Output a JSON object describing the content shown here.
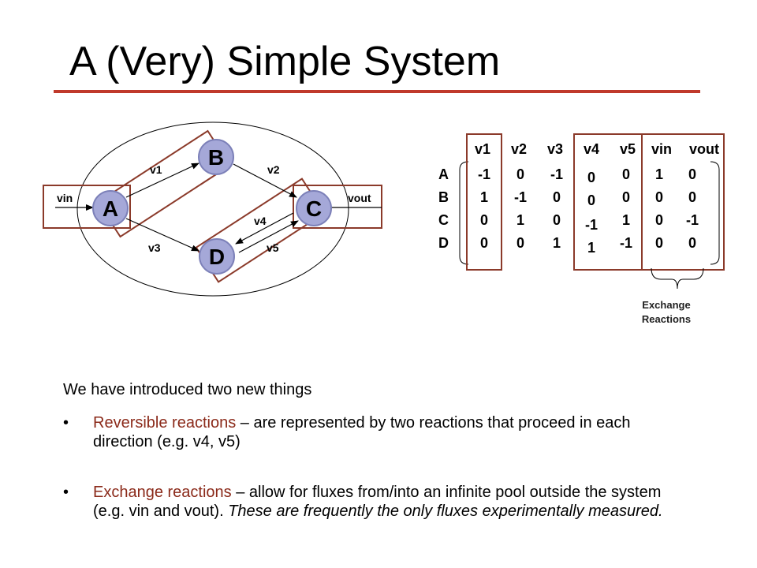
{
  "title": "A (Very) Simple System",
  "colors": {
    "title_rule": "#c0392b",
    "node_fill": "#a5a8d8",
    "node_stroke": "#7c80b8",
    "box_stroke": "#8b3a2a",
    "term_color": "#8b2a1a"
  },
  "network": {
    "nodes": [
      "A",
      "B",
      "C",
      "D"
    ],
    "edges": {
      "v1": "v1",
      "v2": "v2",
      "v3": "v3",
      "v4": "v4",
      "v5": "v5",
      "vin": "vin",
      "vout": "vout"
    }
  },
  "matrix": {
    "columns": [
      "v1",
      "v2",
      "v3",
      "v4",
      "v5",
      "vin",
      "vout"
    ],
    "rows": [
      "A",
      "B",
      "C",
      "D"
    ],
    "values": [
      [
        "-1",
        "0",
        "-1",
        "0",
        "0",
        "1",
        "0"
      ],
      [
        "1",
        "-1",
        "0",
        "0",
        "0",
        "0",
        "0"
      ],
      [
        "0",
        "1",
        "0",
        "-1",
        "1",
        "0",
        "-1"
      ],
      [
        "0",
        "0",
        "1",
        "1",
        "-1",
        "0",
        "0"
      ]
    ],
    "exchange_label_line1": "Exchange",
    "exchange_label_line2": "Reactions"
  },
  "text": {
    "intro": "We have introduced two new things",
    "bullet_symbol": "•",
    "bullet1_term": "Reversible reactions",
    "bullet1_rest": " – are represented by two reactions that proceed in each direction (e.g. v4, v5)",
    "bullet2_term": "Exchange reactions",
    "bullet2_rest": " – allow for fluxes from/into an infinite pool outside the system (e.g. vin and vout). ",
    "bullet2_italic": "These are frequently the only fluxes experimentally measured."
  }
}
